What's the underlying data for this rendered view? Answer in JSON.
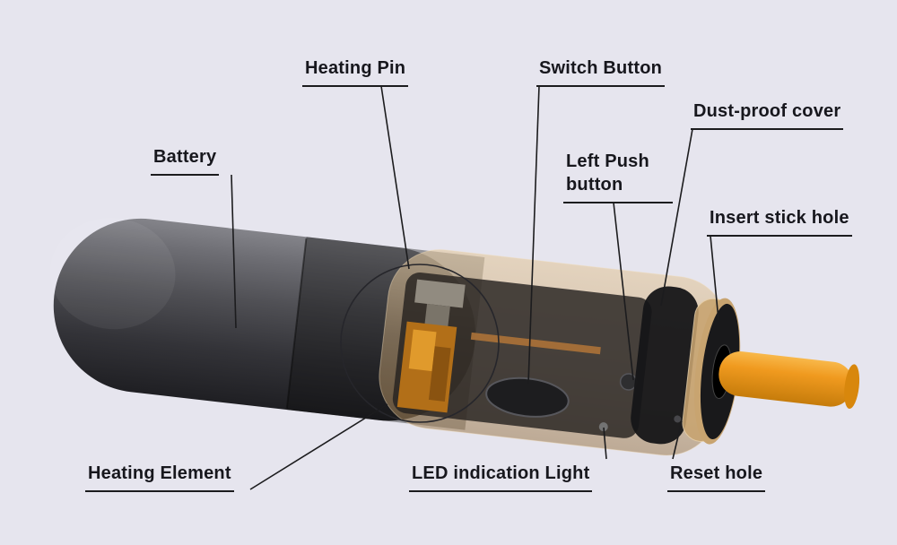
{
  "scene": {
    "background_color": "#e6e5ee",
    "leader_line_color": "#1c1c1e",
    "label_text_color": "#17171d",
    "device_colors": {
      "battery_body": "#4a4a4f",
      "translucent_housing": "#c8a470",
      "tobacco_stick": "#f09a1f",
      "end_cap": "#19191b"
    }
  },
  "labels": {
    "heating_pin": "Heating Pin",
    "switch_button": "Switch Button",
    "dust_proof_cover": "Dust-proof cover",
    "battery": "Battery",
    "left_push_button": "Left Push button",
    "insert_stick_hole": "Insert stick hole",
    "heating_element": "Heating Element",
    "led_indication_light": "LED indication Light",
    "reset_hole": "Reset hole"
  }
}
